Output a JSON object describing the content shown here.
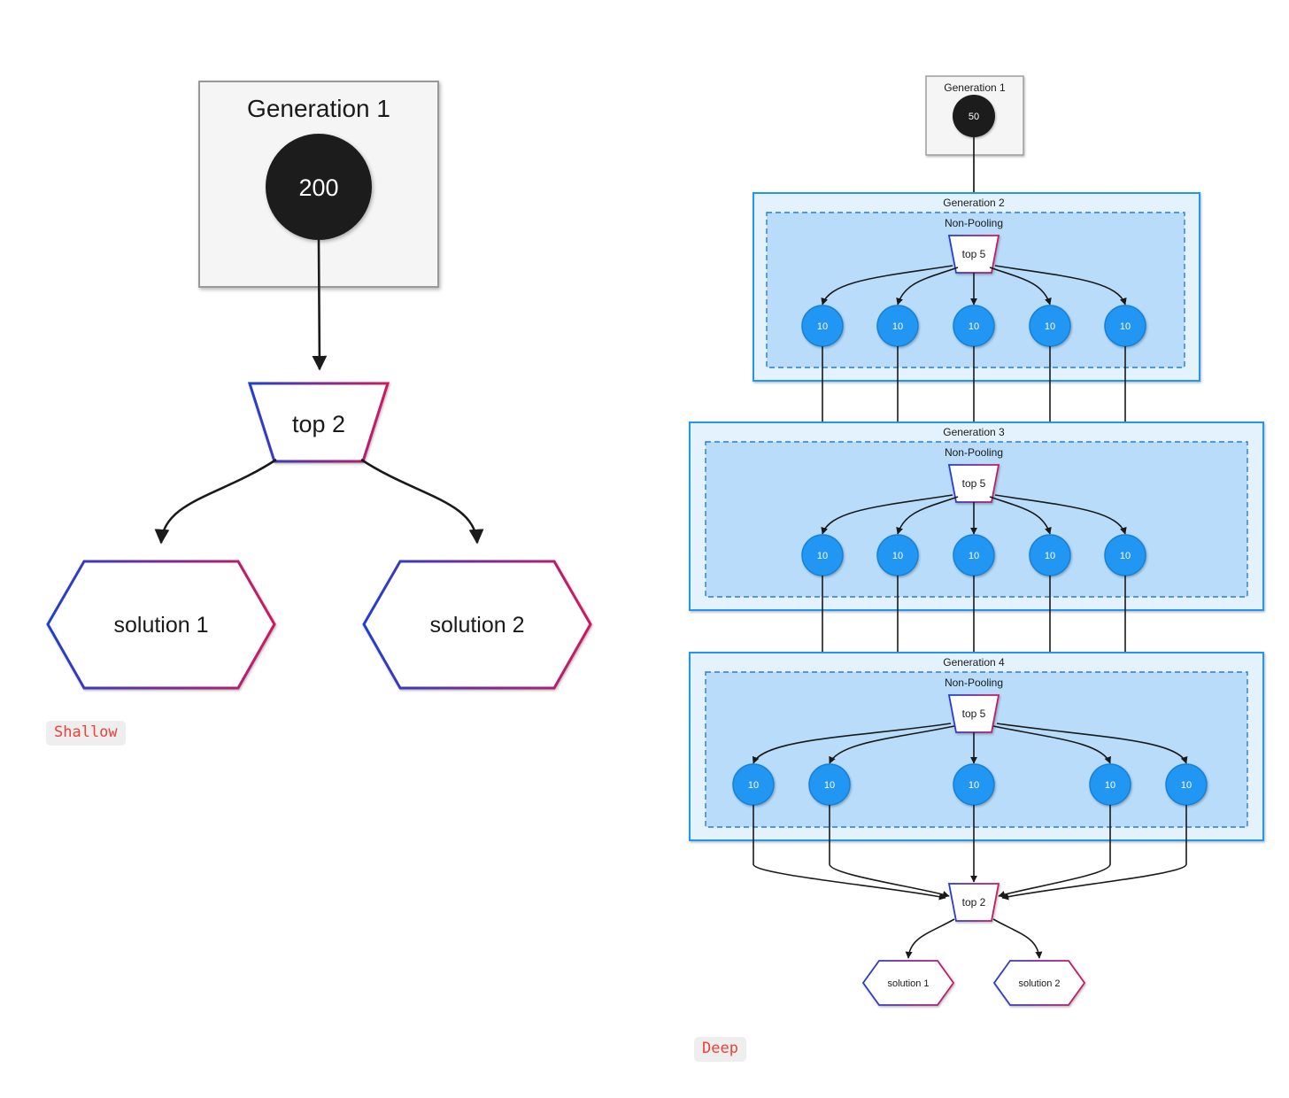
{
  "figure": {
    "panels": [
      {
        "id": "shallow",
        "caption": "Shallow",
        "caption_color": "#ef4136",
        "generation1": {
          "title": "Generation 1",
          "population": "200"
        },
        "pool": {
          "label": "top 2"
        },
        "solutions": [
          "solution 1",
          "solution 2"
        ]
      },
      {
        "id": "deep",
        "caption": "Deep",
        "caption_color": "#ef4136",
        "generation1": {
          "title": "Generation 1",
          "population": "50"
        },
        "generations": [
          {
            "title": "Generation 2",
            "inner_title": "Non-Pooling",
            "pool": "top 5",
            "offspring": [
              "10",
              "10",
              "10",
              "10",
              "10"
            ]
          },
          {
            "title": "Generation 3",
            "inner_title": "Non-Pooling",
            "pool": "top 5",
            "offspring": [
              "10",
              "10",
              "10",
              "10",
              "10"
            ]
          },
          {
            "title": "Generation 4",
            "inner_title": "Non-Pooling",
            "pool": "top 5",
            "offspring": [
              "10",
              "10",
              "10",
              "10",
              "10"
            ]
          }
        ],
        "final_pool": {
          "label": "top 2"
        },
        "solutions": [
          "solution 1",
          "solution 2"
        ]
      }
    ]
  },
  "colors": {
    "generation_box_fill": "#f5f5f5",
    "generation_box_stroke": "#999999",
    "seed_circle_fill": "#1f1f1f",
    "offspring_circle_fill": "#2196f3",
    "offspring_circle_stroke": "#1782d6",
    "gen_outer_fill": "#e3f2fd",
    "gen_outer_stroke": "#2196f3",
    "gen_inner_fill": "#b8dcfa",
    "gen_inner_stroke": "#2d7dd2",
    "shape_gradient_start": "#1f3fd0",
    "shape_gradient_end": "#d1185f",
    "edge_stroke": "#1a1a1a",
    "caption_bg": "#eeeeee"
  }
}
